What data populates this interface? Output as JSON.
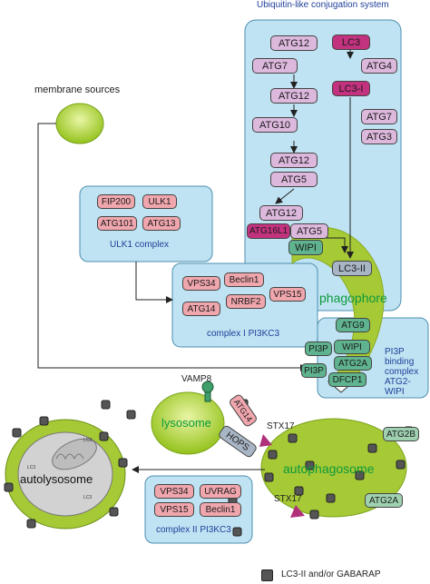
{
  "title": "Ubiquitin-like conjugation system",
  "membrane_sources": "membrane sources",
  "conj_left": [
    "ATG12",
    "ATG7",
    "ATG12",
    "ATG10",
    "ATG12",
    "ATG5"
  ],
  "conj_right": [
    "LC3",
    "ATG4",
    "LC3-I",
    "ATG7",
    "ATG3"
  ],
  "complex_atg12": "ATG12",
  "complex_atg16l1": "ATG16L1",
  "complex_atg5": "ATG5",
  "complex_wipi": "WIPI",
  "lc3_ii": "LC3-II",
  "ulk1": {
    "proteins": [
      "FIP200",
      "ULK1",
      "ATG101",
      "ATG13"
    ],
    "label": "ULK1 complex"
  },
  "pi3kc3_1": {
    "proteins": [
      "VPS34",
      "Beclin1",
      "NRBF2",
      "VPS15",
      "ATG14"
    ],
    "label": "complex I PI3KC3"
  },
  "phagophore": "phagophore",
  "atg9": "ATG9",
  "pi3p_complex": {
    "pi3p": "PI3P",
    "pi3p2": "PI3P",
    "wipi": "WIPI",
    "atg2a": "ATG2A",
    "dfcp1": "DFCP1",
    "label_lines": [
      "PI3P",
      "binding",
      "complex",
      "ATG2-WIPI"
    ]
  },
  "vamp8": "VAMP8",
  "lysosome": "lysosome",
  "atg14": "ATG14",
  "stx17_top": "STX17",
  "hops": "HOPS",
  "autophagosome": "autophagosome",
  "atg2b": "ATG2B",
  "atg2a_bottom": "ATG2A",
  "stx17_bottom": "STX17",
  "autolysosome": "autolysosome",
  "lc3_marks": [
    "LC3",
    "LC3",
    "LC3"
  ],
  "pi3kc3_2": {
    "proteins": [
      "VPS34",
      "UVRAG",
      "VPS15",
      "Beclin1"
    ],
    "label": "complex II PI3KC3"
  },
  "legend": "LC3-II and/or GABARAP",
  "colors": {
    "panel": "#bfe3f2",
    "lavender": "#ddb8dd",
    "magenta": "#c3327f",
    "pink": "#f0a6ad",
    "green_text": "#0d9a3b",
    "membrane": "#a6c936"
  }
}
